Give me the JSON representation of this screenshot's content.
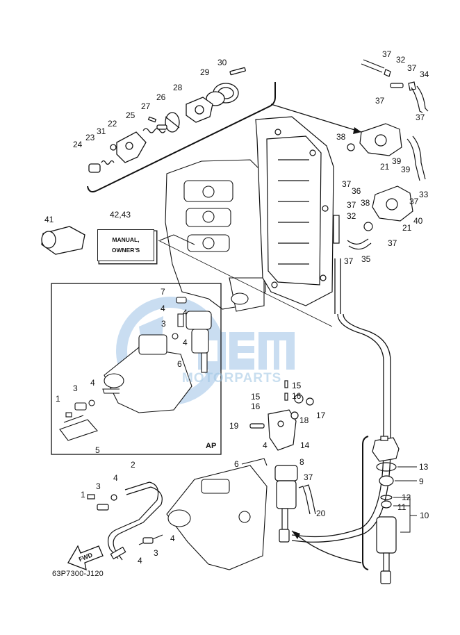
{
  "diagram": {
    "diagram_code": "63P7300-J120",
    "manual_lines": [
      "MANUAL,",
      "OWNER'S"
    ],
    "inset_label": "AP",
    "fwd_label": "FWD",
    "watermark": {
      "brand": "OEM",
      "sub": "MOTORPARTS"
    }
  },
  "callouts": [
    {
      "id": "c30",
      "text": "30"
    },
    {
      "id": "c29",
      "text": "29"
    },
    {
      "id": "c28",
      "text": "28"
    },
    {
      "id": "c27",
      "text": "27"
    },
    {
      "id": "c26",
      "text": "26"
    },
    {
      "id": "c25",
      "text": "25"
    },
    {
      "id": "c22",
      "text": "22"
    },
    {
      "id": "c31",
      "text": "31"
    },
    {
      "id": "c23",
      "text": "23"
    },
    {
      "id": "c24",
      "text": "24"
    },
    {
      "id": "c37a",
      "text": "37"
    },
    {
      "id": "c32a",
      "text": "32"
    },
    {
      "id": "c37b",
      "text": "37"
    },
    {
      "id": "c34",
      "text": "34"
    },
    {
      "id": "c37c",
      "text": "37"
    },
    {
      "id": "c37d",
      "text": "37"
    },
    {
      "id": "c38a",
      "text": "38"
    },
    {
      "id": "c21a",
      "text": "21"
    },
    {
      "id": "c39a",
      "text": "39"
    },
    {
      "id": "c37e",
      "text": "37"
    },
    {
      "id": "c36",
      "text": "36"
    },
    {
      "id": "c39b",
      "text": "39"
    },
    {
      "id": "c33",
      "text": "33"
    },
    {
      "id": "c37f",
      "text": "37"
    },
    {
      "id": "c38b",
      "text": "38"
    },
    {
      "id": "c37g",
      "text": "37"
    },
    {
      "id": "c32b",
      "text": "32"
    },
    {
      "id": "c40",
      "text": "40"
    },
    {
      "id": "c21b",
      "text": "21"
    },
    {
      "id": "c37h",
      "text": "37"
    },
    {
      "id": "c37i",
      "text": "37"
    },
    {
      "id": "c35",
      "text": "35"
    },
    {
      "id": "c41",
      "text": "41"
    },
    {
      "id": "c4243",
      "text": "42,43"
    },
    {
      "id": "c7",
      "text": "7"
    },
    {
      "id": "c4a",
      "text": "4"
    },
    {
      "id": "c4b",
      "text": "4"
    },
    {
      "id": "c3a",
      "text": "3"
    },
    {
      "id": "c4c",
      "text": "4"
    },
    {
      "id": "c6a",
      "text": "6"
    },
    {
      "id": "c3b",
      "text": "3"
    },
    {
      "id": "c4d",
      "text": "4"
    },
    {
      "id": "c1a",
      "text": "1"
    },
    {
      "id": "c5",
      "text": "5"
    },
    {
      "id": "c15a",
      "text": "15"
    },
    {
      "id": "c16a",
      "text": "16"
    },
    {
      "id": "c15b",
      "text": "15"
    },
    {
      "id": "c16b",
      "text": "16"
    },
    {
      "id": "c18",
      "text": "18"
    },
    {
      "id": "c17",
      "text": "17"
    },
    {
      "id": "c19",
      "text": "19"
    },
    {
      "id": "c14",
      "text": "14"
    },
    {
      "id": "c2",
      "text": "2"
    },
    {
      "id": "c3c",
      "text": "3"
    },
    {
      "id": "c4e",
      "text": "4"
    },
    {
      "id": "c1b",
      "text": "1"
    },
    {
      "id": "c4f",
      "text": "4"
    },
    {
      "id": "c6b",
      "text": "6"
    },
    {
      "id": "c8",
      "text": "8"
    },
    {
      "id": "c37j",
      "text": "37"
    },
    {
      "id": "c20",
      "text": "20"
    },
    {
      "id": "c4g",
      "text": "4"
    },
    {
      "id": "c3d",
      "text": "3"
    },
    {
      "id": "c4h",
      "text": "4"
    },
    {
      "id": "c13",
      "text": "13"
    },
    {
      "id": "c9",
      "text": "9"
    },
    {
      "id": "c12",
      "text": "12"
    },
    {
      "id": "c11",
      "text": "11"
    },
    {
      "id": "c10",
      "text": "10"
    }
  ],
  "colors": {
    "ink": "#111111",
    "watermark": "#9dc3e6"
  }
}
